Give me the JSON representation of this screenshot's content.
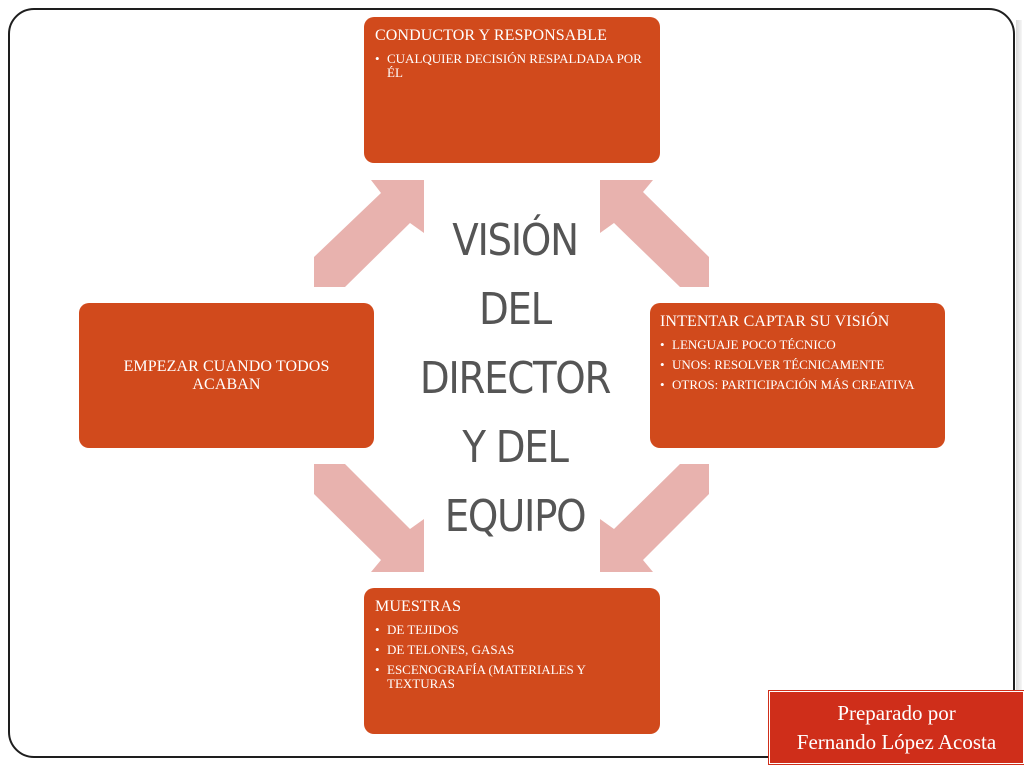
{
  "diagram": {
    "center_lines": [
      "VISIÓN",
      "DEL",
      "DIRECTOR",
      "Y DEL",
      "EQUIPO"
    ],
    "top": {
      "title": "CONDUCTOR Y RESPONSABLE",
      "bullets": [
        "CUALQUIER DECISIÓN RESPALDADA POR ÉL"
      ]
    },
    "right": {
      "title": "INTENTAR CAPTAR SU VISIÓN",
      "bullets": [
        "LENGUAJE POCO TÉCNICO",
        "UNOS: RESOLVER TÉCNICAMENTE",
        "OTROS: PARTICIPACIÓN MÁS CREATIVA"
      ]
    },
    "left": {
      "title": "EMPEZAR CUANDO TODOS ACABAN"
    },
    "bottom": {
      "title": "MUESTRAS",
      "bullets": [
        "DE TEJIDOS",
        "DE TELONES, GASAS",
        "ESCENOGRAFÍA (MATERIALES Y TEXTURAS"
      ]
    }
  },
  "credit": {
    "line1": "Preparado por",
    "line2": "Fernando López Acosta"
  },
  "colors": {
    "box": "#d14a1c",
    "arrow": "#e8b2ae",
    "credit": "#cf2e1a",
    "center_text": "#555555"
  }
}
